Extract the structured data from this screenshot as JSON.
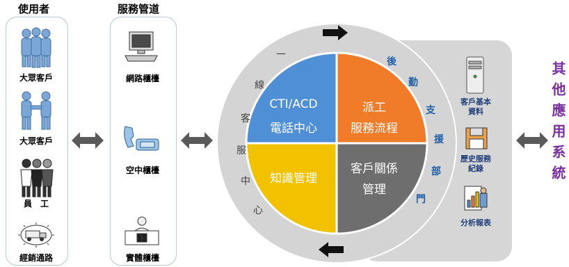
{
  "users": {
    "title": "使用者",
    "items": [
      {
        "label": "大眾客戶",
        "icon": "crowd-icon"
      },
      {
        "label": "大眾客戶",
        "icon": "handshake-icon"
      },
      {
        "label": "員　工",
        "icon": "employees-icon"
      },
      {
        "label": "經銷通路",
        "icon": "truck-icon"
      }
    ]
  },
  "channels": {
    "title": "服務管道",
    "items": [
      {
        "label": "網路櫃檯",
        "icon": "computer-icon"
      },
      {
        "label": "空中櫃檯",
        "icon": "telephone-icon"
      },
      {
        "label": "實體櫃檯",
        "icon": "counter-icon"
      }
    ]
  },
  "left_ring": [
    "一",
    "線",
    "客",
    "服",
    "中",
    "心"
  ],
  "right_ring": [
    "後",
    "勤",
    "支",
    "援",
    "部",
    "門"
  ],
  "quadrants": {
    "top_left": {
      "line1": "CTI/ACD",
      "line2": "電話中心",
      "color": "#4f8fd6"
    },
    "top_right": {
      "line1": "派工",
      "line2": "服務流程",
      "color": "#f07c2a"
    },
    "bottom_left": {
      "line1": "知識管理",
      "line2": "",
      "color": "#f2c200"
    },
    "bottom_right": {
      "line1": "客戶關係",
      "line2": "管理",
      "color": "#6e6e6e"
    }
  },
  "side_items": [
    {
      "label": "客戶基本\n資料",
      "icon": "server-icon"
    },
    {
      "label": "歷史服務\n紀錄",
      "icon": "floppy-disk-icon"
    },
    {
      "label": "分析報表",
      "icon": "report-icon"
    }
  ],
  "other_systems": "其他應用系統"
}
